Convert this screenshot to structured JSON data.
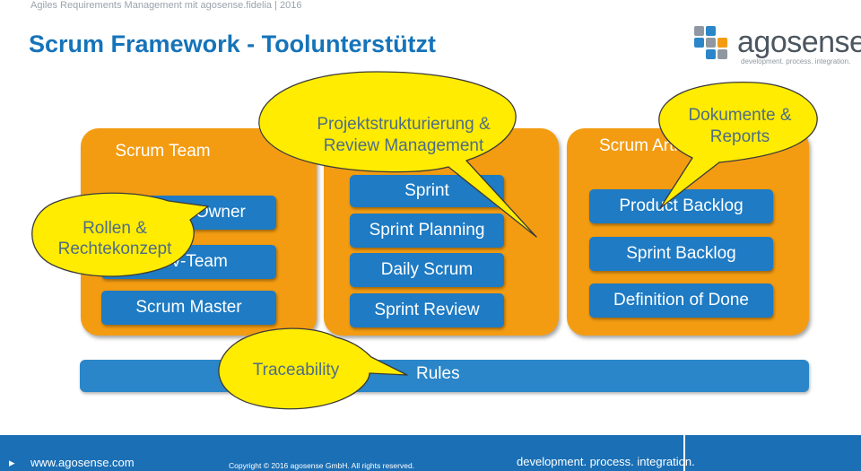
{
  "header": {
    "top_text": "Agiles Requirements Management mit agosense.fidelia | 2016",
    "title": "Scrum Framework - Toolunterstützt"
  },
  "logo": {
    "name": "agosense.",
    "tagline": "development. process. integration."
  },
  "panels": {
    "team": {
      "title": "Scrum Team",
      "items": [
        "Product Owner",
        "Dev-Team",
        "Scrum Master"
      ]
    },
    "events": {
      "items": [
        "Sprint",
        "Sprint Planning",
        "Daily Scrum",
        "Sprint Review"
      ]
    },
    "artifacts": {
      "title": "Scrum Artifacts",
      "items": [
        "Product Backlog",
        "Sprint Backlog",
        "Definition of Done"
      ]
    }
  },
  "rules": {
    "label": "Rules"
  },
  "callouts": {
    "roles": [
      "Rollen &",
      "Rechtekonzept"
    ],
    "project": [
      "Projektstrukturierung &",
      "Review Management"
    ],
    "docs": [
      "Dokumente &",
      "Reports"
    ],
    "trace": "Traceability"
  },
  "colors": {
    "blue": "#1e7bc4",
    "orange": "#f39c12",
    "callout": "#ffec00",
    "title": "#1673b9"
  },
  "footer": {
    "website": "www.agosense.com",
    "copyright": "Copyright © 2016 agosense GmbH. All rights reserved.",
    "slogan": "development. process. integration."
  }
}
